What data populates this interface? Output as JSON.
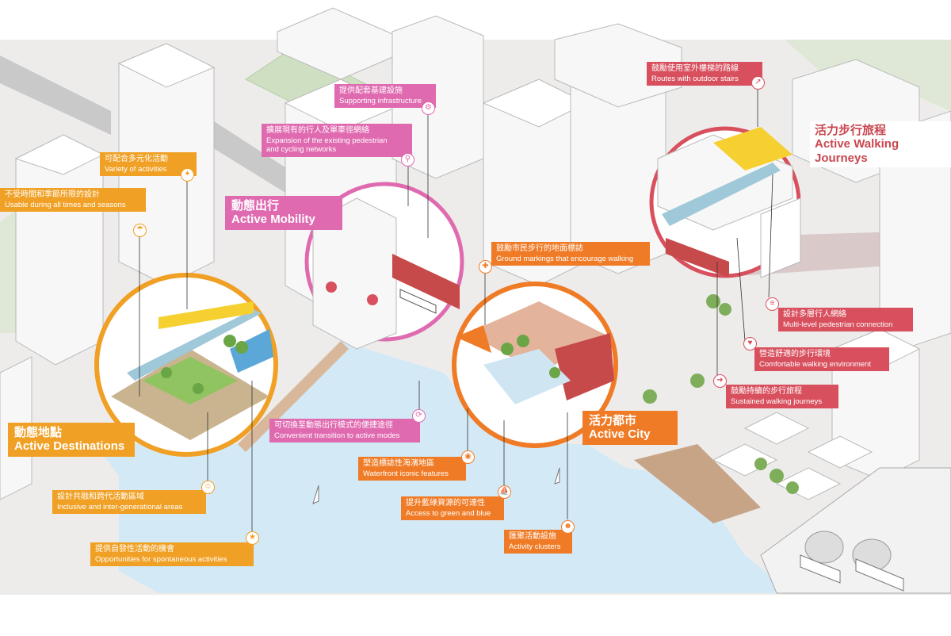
{
  "theme": {
    "destinations_color": "#f0a024",
    "mobility_color": "#e06ab0",
    "walking_color": "#d8505e",
    "city_color": "#f07b26",
    "water_color": "#d3e9f6",
    "building_color": "#f4f4f4"
  },
  "zones": {
    "destinations": {
      "zh": "動態地點",
      "en": "Active Destinations"
    },
    "mobility": {
      "zh": "動態出行",
      "en": "Active Mobility"
    },
    "city": {
      "zh": "活力都市",
      "en": "Active City"
    },
    "walking": {
      "zh": "活力步行旅程",
      "en": "Active Walking Journeys"
    }
  },
  "callouts": {
    "variety": {
      "zh": "可配合多元化活動",
      "en": "Variety of activities",
      "icon": "activities-icon"
    },
    "usable": {
      "zh": "不受時間和季節所限的設計",
      "en": "Usable during all times and seasons",
      "icon": "weather-icon"
    },
    "supporting": {
      "zh": "提供配套基建設施",
      "en": "Supporting infrastructure",
      "icon": "infrastructure-icon"
    },
    "expansion": {
      "zh": "擴展現有的行人及單車徑網絡",
      "en_line1": "Expansion of the existing pedestrian",
      "en_line2": "and cycling networks",
      "icon": "bicycle-icon"
    },
    "ground": {
      "zh": "鼓勵市民步行的地面標誌",
      "en": "Ground markings that encourage walking",
      "icon": "pedestrian-icon"
    },
    "stairs": {
      "zh": "鼓勵使用室外樓梯的路線",
      "en": "Routes with outdoor stairs",
      "icon": "stairs-icon"
    },
    "multilevel": {
      "zh": "設計多層行人網絡",
      "en": "Multi-level pedestrian connection",
      "icon": "multilevel-icon"
    },
    "comfortable": {
      "zh": "營造舒適的步行環境",
      "en": "Comfortable walking environment",
      "icon": "comfort-icon"
    },
    "sustained": {
      "zh": "鼓勵持續的步行旅程",
      "en": "Sustained walking journeys",
      "icon": "journey-icon"
    },
    "transition": {
      "zh": "可切換至動態出行模式的便捷途徑",
      "en": "Convenient transition to active modes",
      "icon": "transition-icon"
    },
    "waterfront": {
      "zh": "塑造標誌性海濱地區",
      "en": "Waterfront iconic features",
      "icon": "camera-icon"
    },
    "green": {
      "zh": "提升藍綠資源的可達性",
      "en": "Access to green and blue",
      "icon": "boat-icon"
    },
    "clusters": {
      "zh": "匯聚活動設施",
      "en": "Activity clusters",
      "icon": "cluster-icon"
    },
    "inclusive": {
      "zh": "設計共融和跨代活動區域",
      "en": "Inclusive and inter-generational areas",
      "icon": "family-icon"
    },
    "spontaneous": {
      "zh": "提供自發性活動的機會",
      "en": "Opportunities for spontaneous activities",
      "icon": "spontaneous-icon"
    }
  }
}
